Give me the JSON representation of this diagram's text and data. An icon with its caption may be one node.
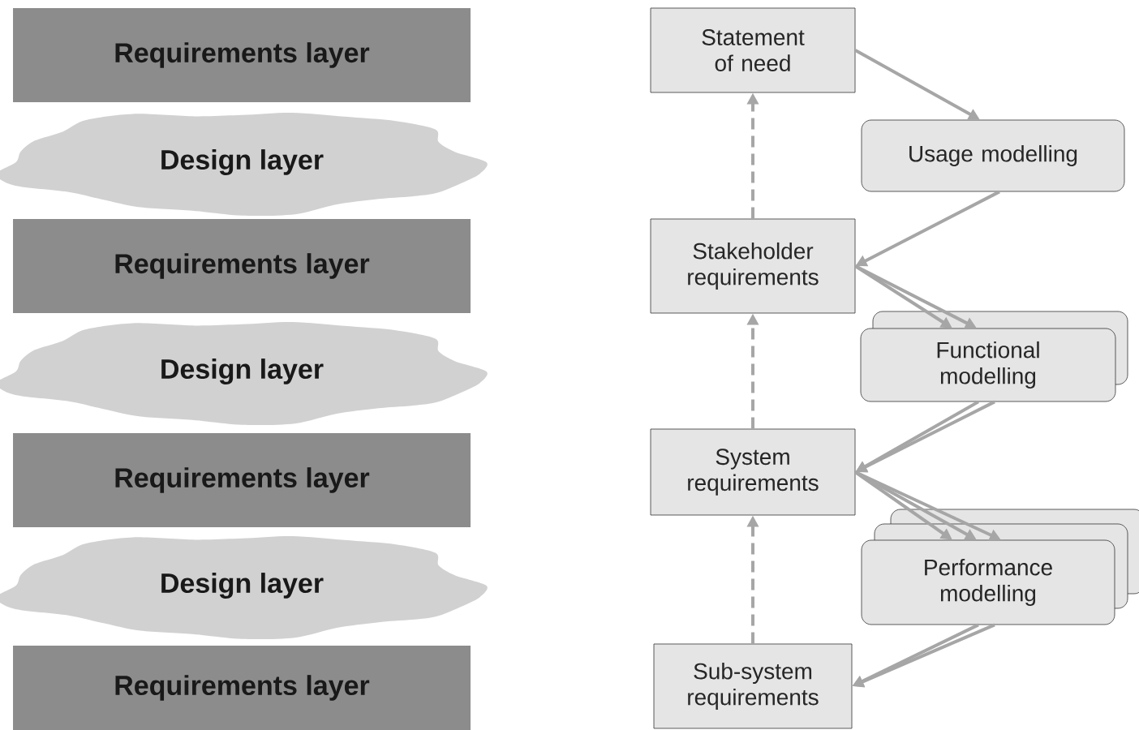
{
  "diagram": {
    "nodes": [
      {
        "text": [
          "Requirements layer"
        ]
      },
      {
        "text": [
          "Design layer"
        ]
      },
      {
        "text": [
          "Requirements layer"
        ]
      },
      {
        "text": [
          "Design layer"
        ]
      },
      {
        "text": [
          "Requirements layer"
        ]
      },
      {
        "text": [
          "Design layer"
        ]
      },
      {
        "text": [
          "Requirements layer"
        ]
      },
      {
        "text": [
          "Statement of need"
        ]
      },
      {
        "text": [
          "Usage modelling"
        ]
      },
      {
        "text": [
          "Stakeholder requirements"
        ]
      },
      {
        "text": [
          "Functional modelling"
        ]
      },
      {
        "text": [
          "System requirements"
        ]
      },
      {
        "text": [
          "Performance modelling"
        ]
      },
      {
        "text": [
          "Sub-system requirements"
        ]
      }
    ],
    "edges": [
      {
        "from": 7,
        "to": 8,
        "arrow": "to"
      },
      {
        "from": 8,
        "to": 9,
        "arrow": "to"
      },
      {
        "from": 9,
        "to": 10,
        "arrow": "to"
      },
      {
        "from": 9,
        "to": 10,
        "arrow": "to"
      },
      {
        "from": 10,
        "to": 11,
        "arrow": "to"
      },
      {
        "from": 10,
        "to": 11,
        "arrow": "to"
      },
      {
        "from": 11,
        "to": 12,
        "arrow": "to"
      },
      {
        "from": 11,
        "to": 12,
        "arrow": "to"
      },
      {
        "from": 11,
        "to": 12,
        "arrow": "to"
      },
      {
        "from": 12,
        "to": 13,
        "arrow": "to"
      },
      {
        "from": 12,
        "to": 13,
        "arrow": "to"
      },
      {
        "from": 13,
        "to": 11,
        "arrow": "to",
        "style": "dashed"
      },
      {
        "from": 11,
        "to": 9,
        "arrow": "to",
        "style": "dashed"
      },
      {
        "from": 9,
        "to": 7,
        "arrow": "to",
        "style": "dashed"
      }
    ]
  }
}
